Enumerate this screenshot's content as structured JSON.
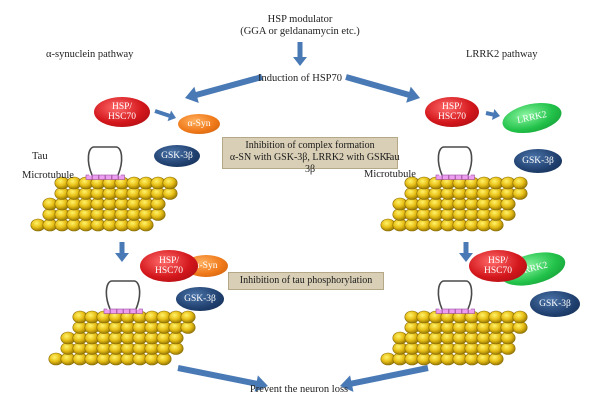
{
  "header": {
    "modulator_title": "HSP modulator",
    "modulator_examples": "(GGA or geldanamycin etc.)",
    "induction": "Induction of HSP70"
  },
  "pathways": {
    "left": "α-synuclein pathway",
    "right": "LRRK2 pathway"
  },
  "banners": {
    "complex_line1": "Inhibition of complex formation",
    "complex_line2": "α-SN with GSK-3β, LRRK2 with GSK-3β",
    "tau_phospho": "Inhibition of tau phosphorylation"
  },
  "molecules": {
    "hsp_line1": "HSP/",
    "hsp_line2": "HSC70",
    "asyn": "α-Syn",
    "gsk": "GSK-3β",
    "lrrk2": "LRRK2"
  },
  "labels": {
    "tau": "Tau",
    "microtubule": "Microtubule"
  },
  "footer": {
    "outcome": "Prevent the neuron loss"
  },
  "colors": {
    "arrow": "#4a7ab5",
    "hsp": "#d3171c",
    "asyn": "#f07a1a",
    "gsk": "#1f3f6e",
    "lrrk2": "#22c24a",
    "microtubule": "#e6b800",
    "banner": "#d9cfb6"
  }
}
